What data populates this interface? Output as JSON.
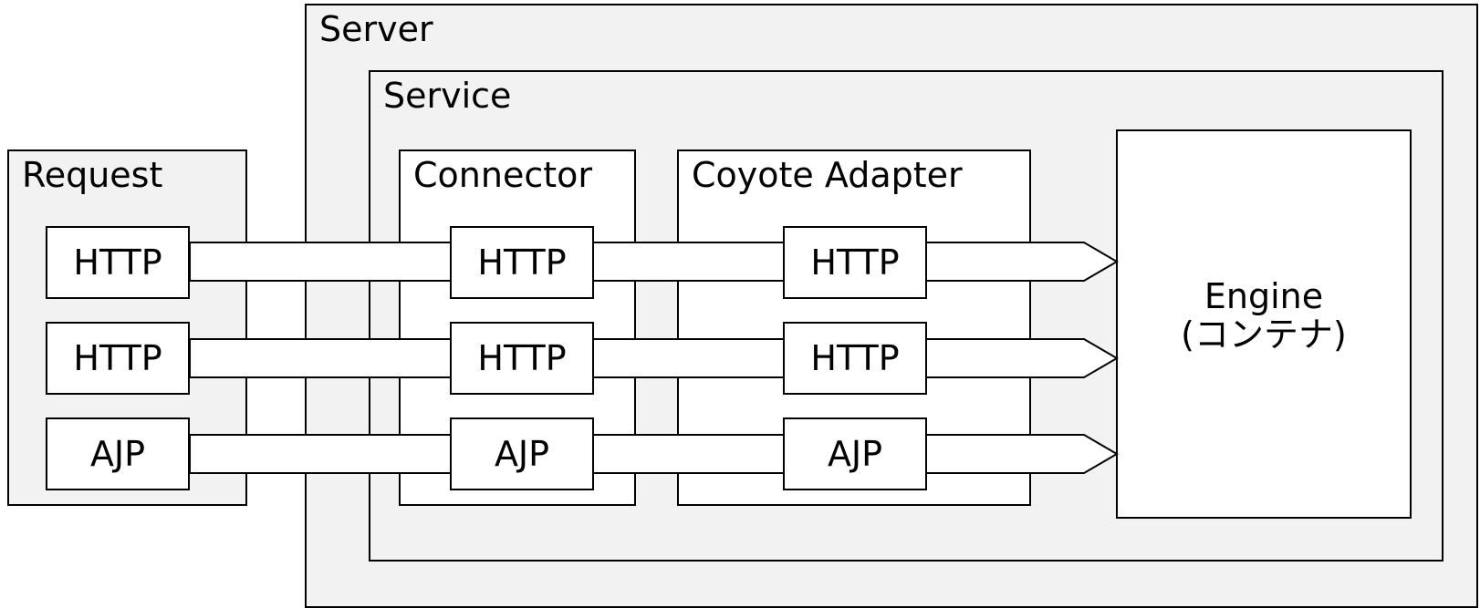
{
  "diagram": {
    "server_label": "Server",
    "service_label": "Service",
    "request_label": "Request",
    "connector_label": "Connector",
    "adapter_label": "Coyote Adapter",
    "engine_label_line1": "Engine",
    "engine_label_line2": "(コンテナ)",
    "request_protocols": [
      "HTTP",
      "HTTP",
      "AJP"
    ],
    "connector_protocols": [
      "HTTP",
      "HTTP",
      "AJP"
    ],
    "adapter_protocols": [
      "HTTP",
      "HTTP",
      "AJP"
    ]
  },
  "colors": {
    "container_fill": "#f2f2f2",
    "box_fill": "#ffffff",
    "stroke": "#000000"
  }
}
